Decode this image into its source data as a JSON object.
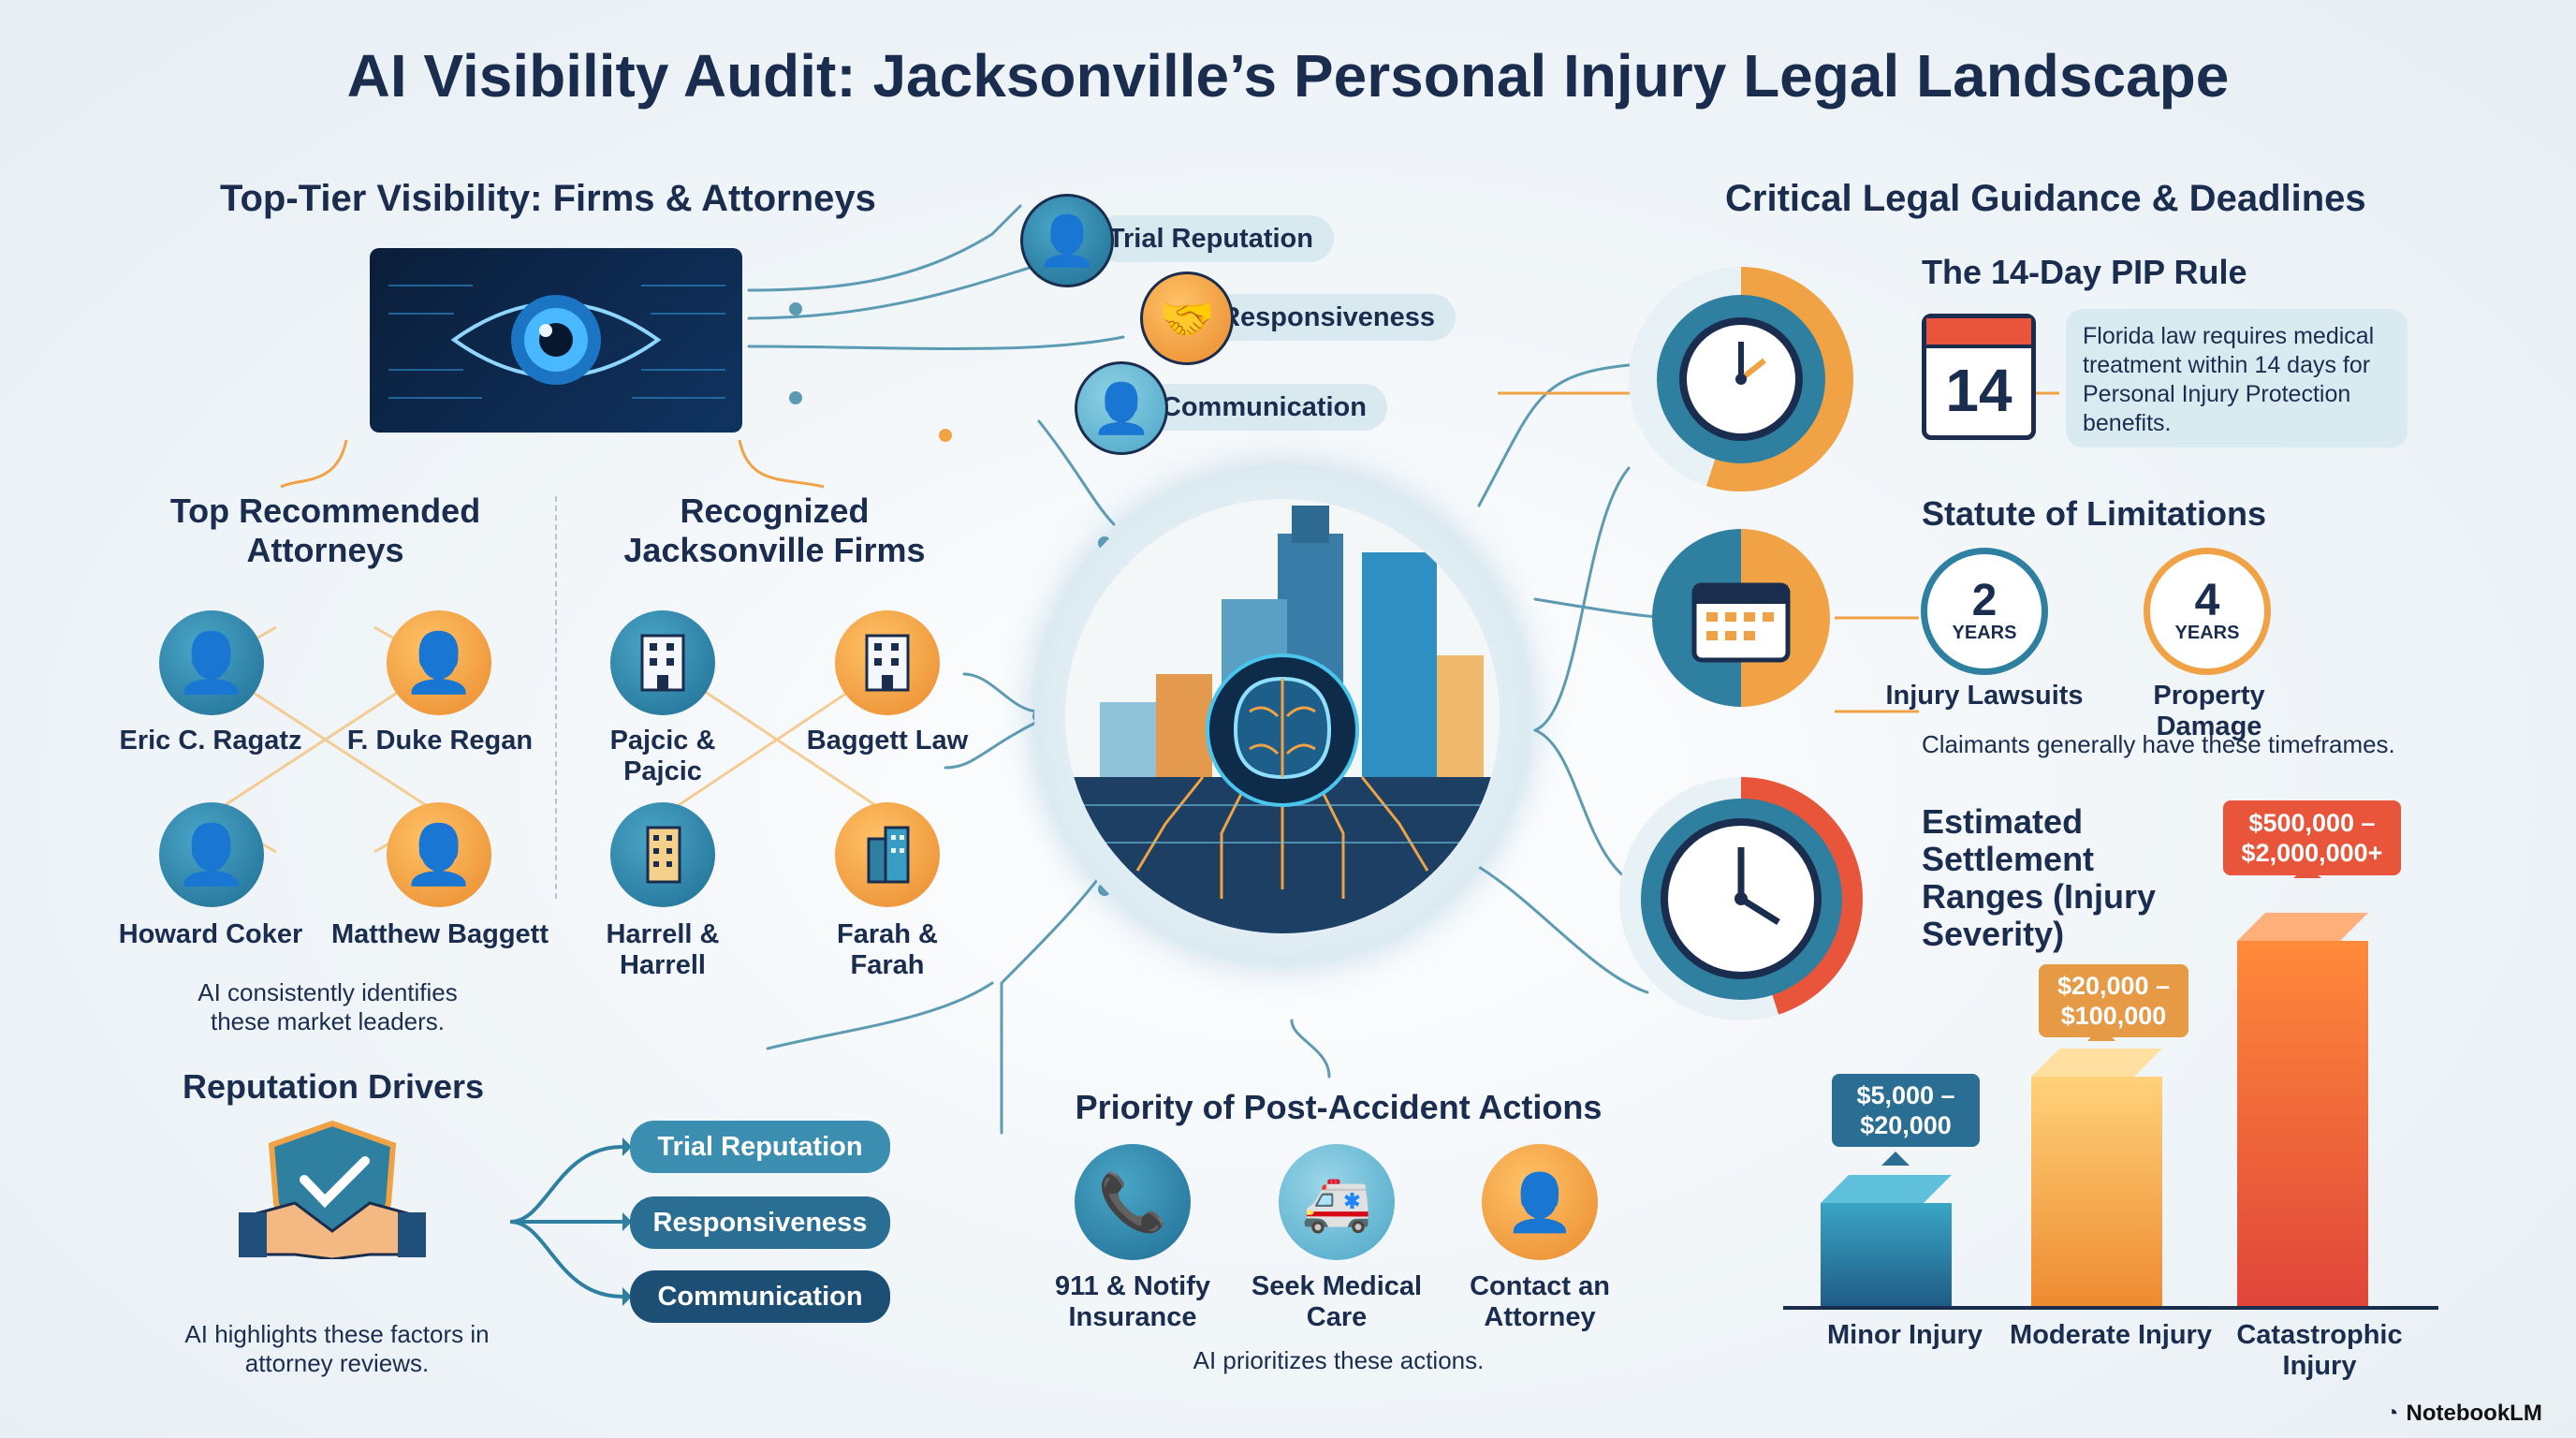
{
  "title": "AI Visibility Audit: Jacksonville’s Personal Injury Legal Landscape",
  "left": {
    "heading": "Top-Tier Visibility: Firms & Attorneys",
    "attorneys": {
      "heading": "Top Recommended Attorneys",
      "names": [
        "Eric C. Ragatz",
        "F. Duke Regan",
        "Howard Coker",
        "Matthew Baggett"
      ]
    },
    "firms": {
      "heading": "Recognized Jacksonville Firms",
      "names": [
        "Pajcic & Pajcic",
        "Baggett Law",
        "Harrell & Harrell",
        "Farah & Farah"
      ]
    },
    "caption": "AI consistently identifies these market leaders.",
    "drivers": {
      "heading": "Reputation Drivers",
      "pills": [
        "Trial Reputation",
        "Responsiveness",
        "Communication"
      ],
      "caption": "AI highlights these factors in attorney reviews."
    }
  },
  "center": {
    "top_pills": [
      "Trial Reputation",
      "Responsiveness",
      "Communication"
    ],
    "priority": {
      "heading": "Priority of Post-Accident Actions",
      "actions": [
        "911 & Notify Insurance",
        "Seek Medical Care",
        "Contact an Attorney"
      ],
      "caption": "AI prioritizes these actions."
    }
  },
  "right": {
    "heading": "Critical Legal Guidance & Deadlines",
    "pip": {
      "heading": "The 14-Day PIP Rule",
      "calendar_number": "14",
      "note": "Florida law requires medical treatment within 14 days for Personal Injury Protection benefits."
    },
    "statute": {
      "heading": "Statute of Limitations",
      "items": [
        {
          "number": "2",
          "unit": "YEARS",
          "label": "Injury Lawsuits"
        },
        {
          "number": "4",
          "unit": "YEARS",
          "label": "Property Damage"
        }
      ],
      "caption": "Claimants generally have these timeframes."
    },
    "settlement": {
      "heading": "Estimated Settlement Ranges (Injury Severity)",
      "bars": [
        {
          "label": "Minor Injury",
          "range": "$5,000 – $20,000",
          "color": "#2a8fb3"
        },
        {
          "label": "Moderate Injury",
          "range": "$20,000 – $100,000",
          "color": "#f0a040"
        },
        {
          "label": "Catastrophic Injury",
          "range": "$500,000 – $2,000,000+",
          "color": "#ef5a3a"
        }
      ]
    }
  },
  "brand": "NotebookLM",
  "colors": {
    "navy": "#1b2d4f",
    "teal": "#2f7fa0",
    "orange": "#f2a03d",
    "red": "#e8553b"
  }
}
